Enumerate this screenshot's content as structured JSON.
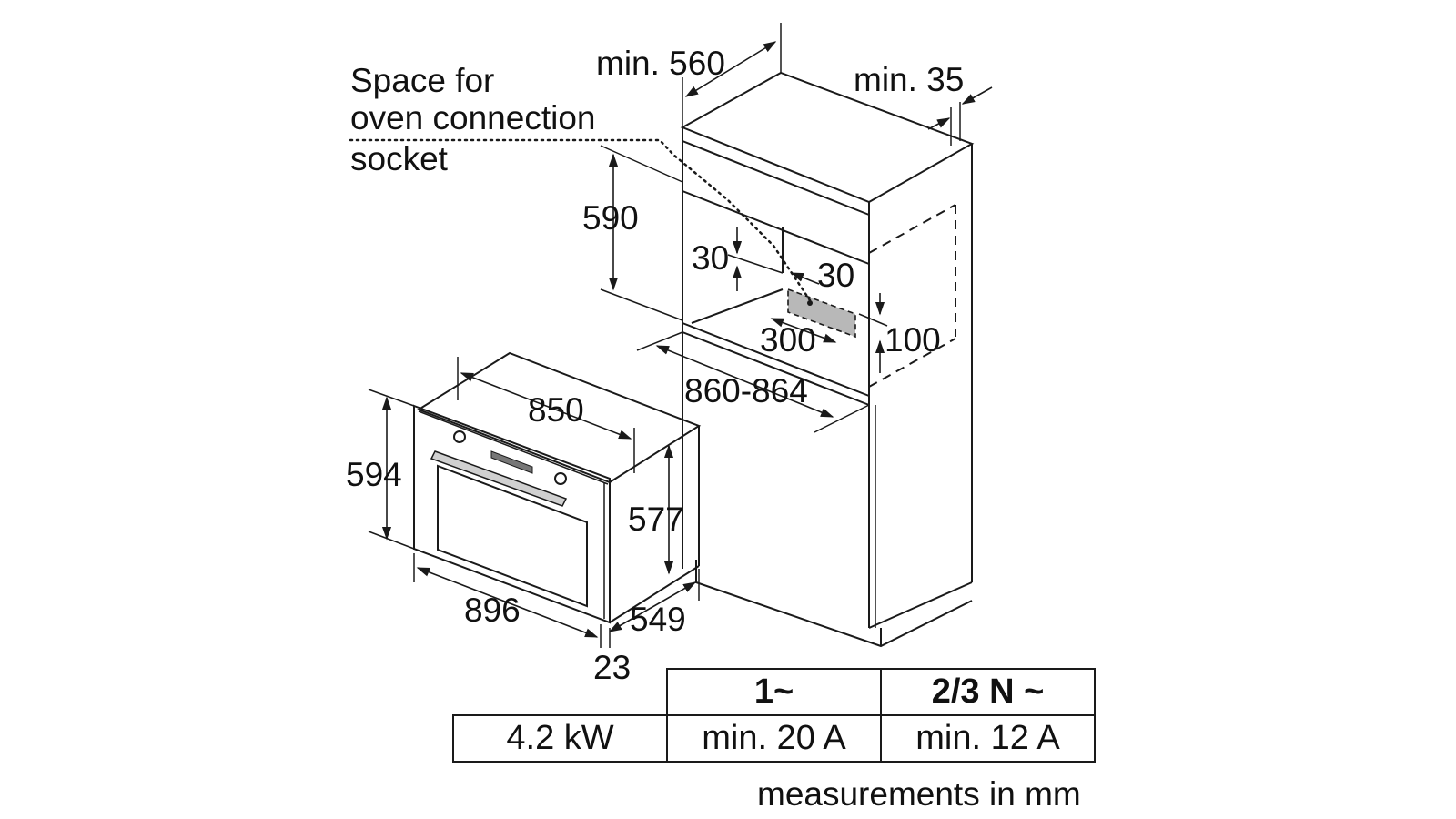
{
  "labels": {
    "socket_line1": "Space for",
    "socket_line2": "oven connection",
    "socket_line3": "socket",
    "min_width": "min. 560",
    "min_side": "min. 35",
    "niche_height": "590",
    "socket_offset_left": "30",
    "socket_offset_right": "30",
    "socket_width": "300",
    "socket_height": "100",
    "niche_depth": "860-864",
    "oven_width_inner": "850",
    "oven_height": "594",
    "oven_height_inner": "577",
    "oven_width": "896",
    "oven_depth": "549",
    "front_thickness": "23"
  },
  "table": {
    "header_1": "1~",
    "header_2": "2/3 N ~",
    "power": "4.2 kW",
    "fuse_1": "min. 20 A",
    "fuse_2": "min. 12 A"
  },
  "footnote": "measurements in mm"
}
